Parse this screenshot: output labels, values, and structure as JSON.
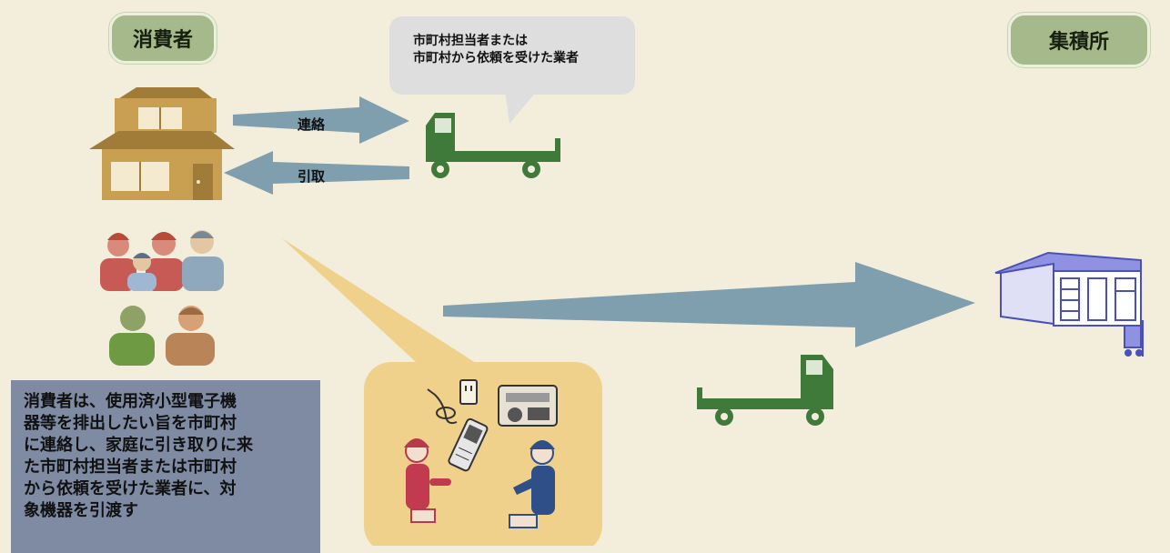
{
  "labels": {
    "consumer": "消費者",
    "collection_site": "集積所",
    "contact": "連絡",
    "pickup": "引取"
  },
  "speech_bubble": {
    "lines": [
      "市町村担当者または",
      "市町村から依頼を受けた業者"
    ]
  },
  "info_box": {
    "lines": [
      "消費者は、使用済小型電子機",
      "器等を排出したい旨を市町村",
      "に連絡し、家庭に引き取りに来",
      "た市町村担当者または市町村",
      "から依頼を受けた業者に、対",
      "象機器を引渡す"
    ]
  },
  "icons": [
    "house-icon",
    "family-icon",
    "elderly-couple-icon",
    "truck-icon",
    "warehouse-icon",
    "forklift-icon",
    "plug-icon",
    "mobile-phone-icon",
    "radio-icon",
    "woman-icon",
    "worker-icon"
  ],
  "colors": {
    "pill": "#a5b98a",
    "arrow": "#7f9fae",
    "truck": "#3f7a3a",
    "info_box": "#7f8aa3",
    "exchange_box": "#efd18c",
    "warehouse": "#6b6ed0"
  }
}
